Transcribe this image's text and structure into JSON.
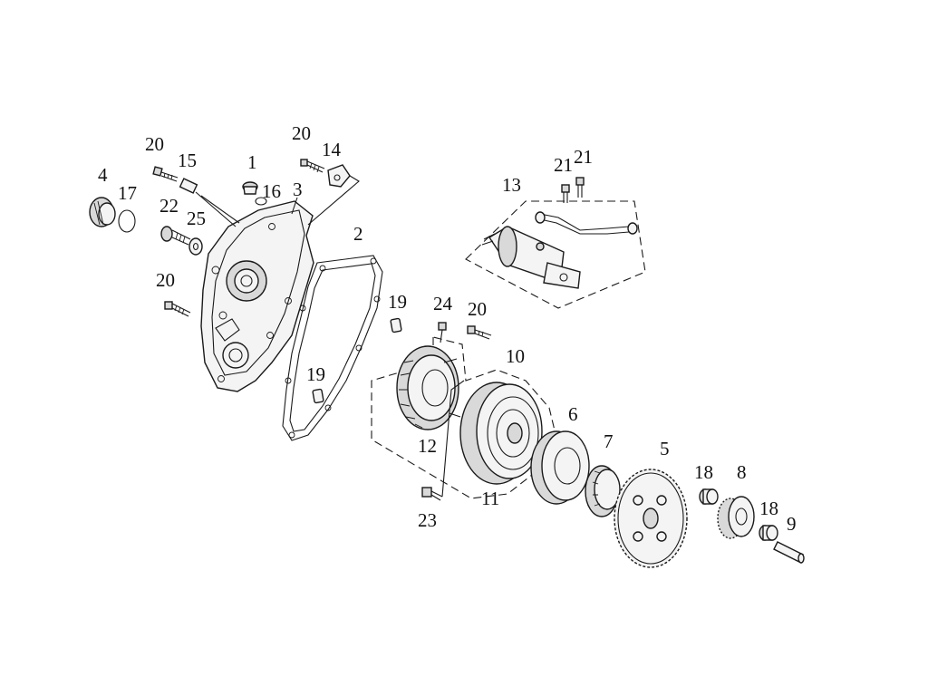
{
  "callouts": {
    "c1": "1",
    "c2": "2",
    "c3": "3",
    "c4": "4",
    "c5": "5",
    "c6": "6",
    "c7": "7",
    "c8": "8",
    "c9": "9",
    "c10": "10",
    "c11": "11",
    "c12": "12",
    "c13": "13",
    "c14": "14",
    "c15": "15",
    "c16": "16",
    "c17": "17",
    "c18a": "18",
    "c18b": "18",
    "c19a": "19",
    "c19b": "19",
    "c20a": "20",
    "c20b": "20",
    "c20c": "20",
    "c20d": "20",
    "c21a": "21",
    "c21b": "21",
    "c22": "22",
    "c23": "23",
    "c24": "24",
    "c25": "25"
  }
}
